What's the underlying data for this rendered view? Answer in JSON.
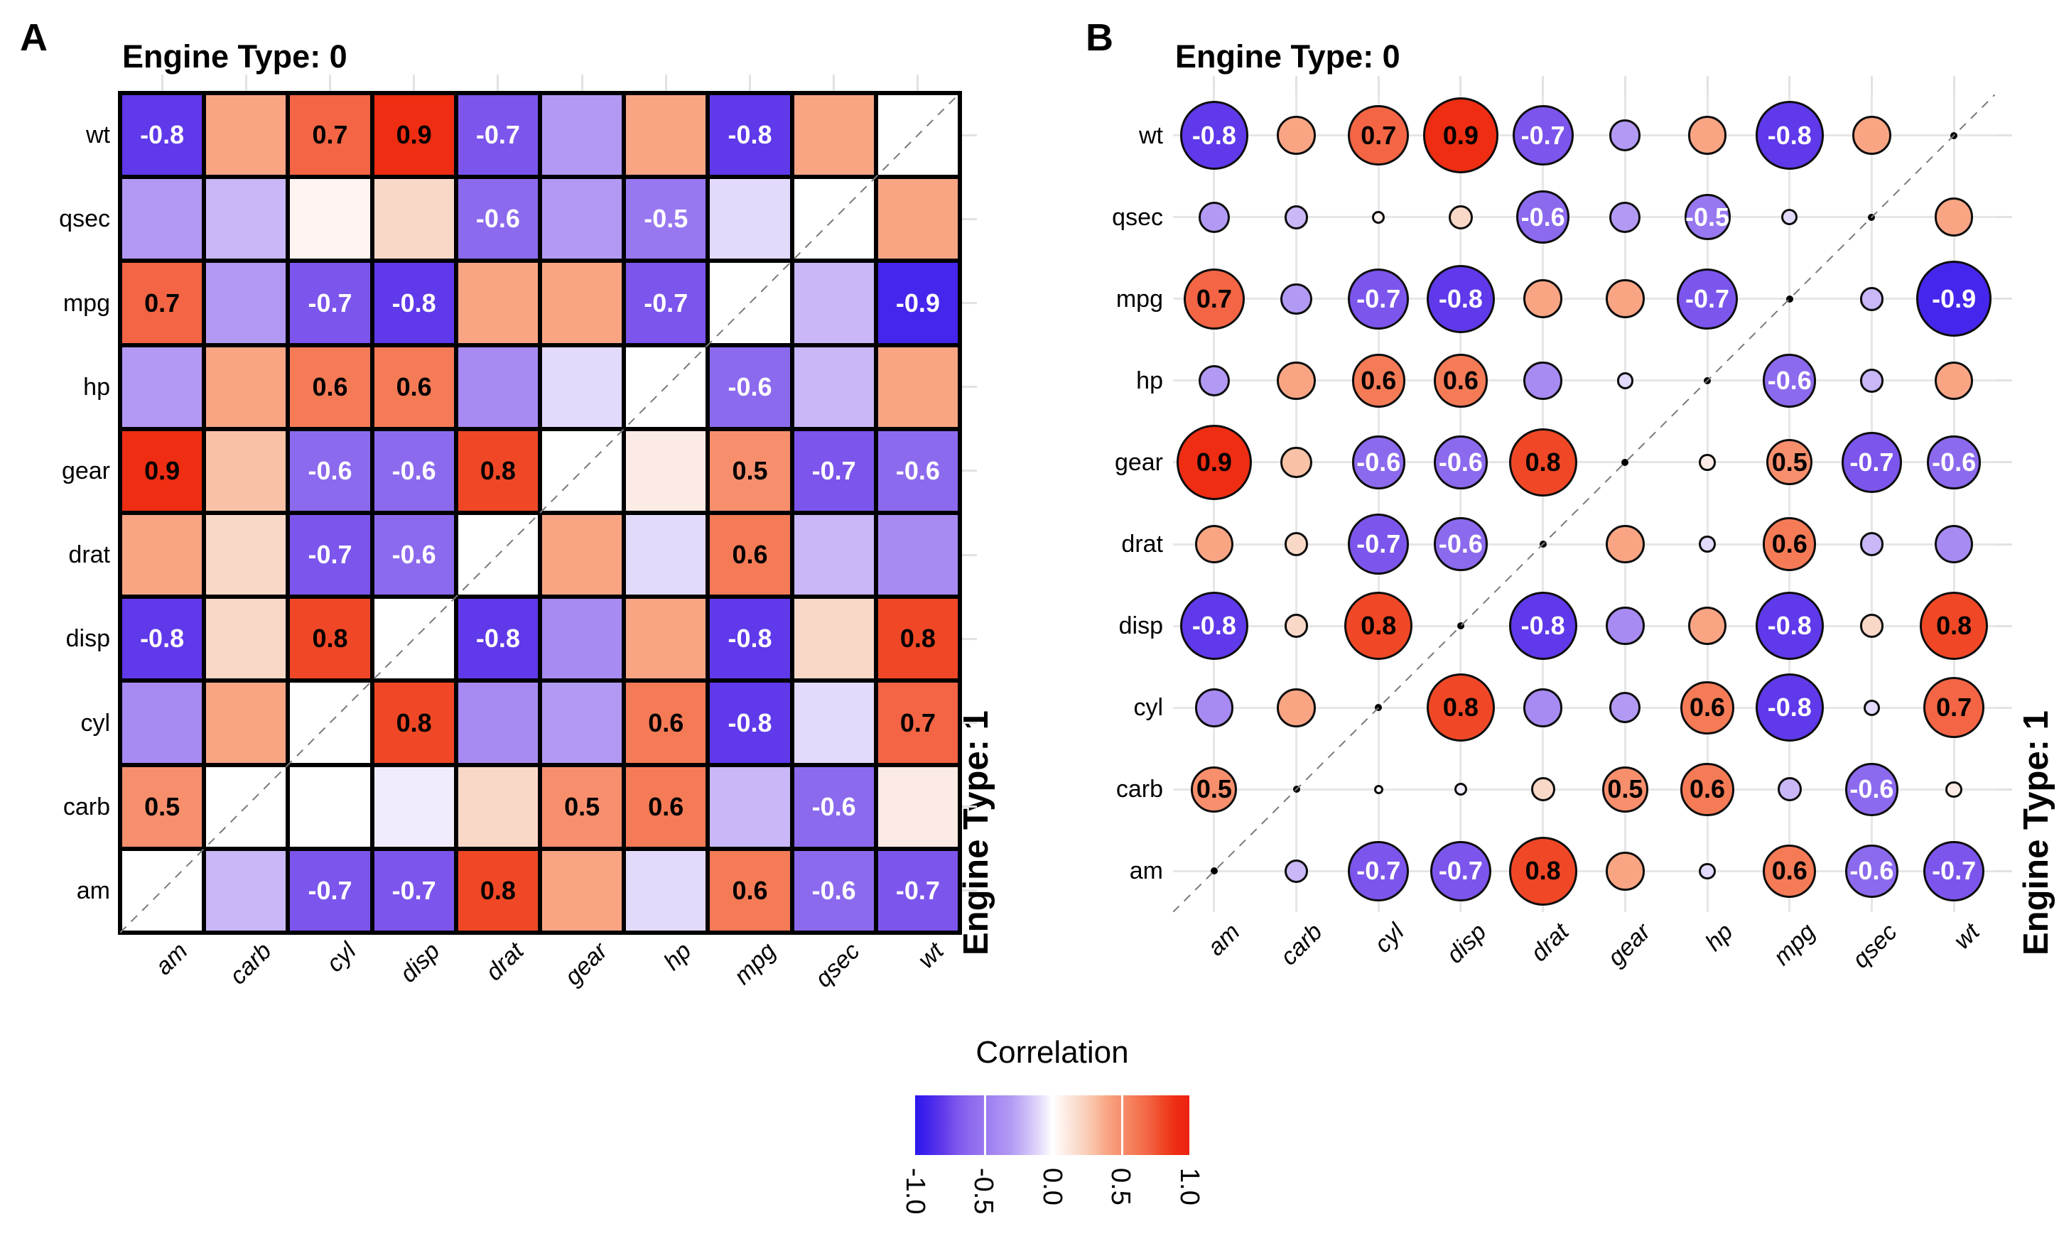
{
  "panels": [
    {
      "id": "A",
      "panel_label": "A",
      "facet_top": "Engine Type: 0",
      "facet_right": "Engine Type: 1",
      "style": "square"
    },
    {
      "id": "B",
      "panel_label": "B",
      "facet_top": "Engine Type: 0",
      "facet_right": "Engine Type: 1",
      "style": "circle"
    }
  ],
  "legend": {
    "title": "Correlation",
    "tick_labels": [
      "-1.0",
      "-0.5",
      "0.0",
      "0.5",
      "1.0"
    ],
    "range": [
      -1,
      1
    ]
  },
  "chart_data": {
    "type": "heatmap",
    "x_categories": [
      "am",
      "carb",
      "cyl",
      "disp",
      "drat",
      "gear",
      "hp",
      "mpg",
      "qsec",
      "wt"
    ],
    "y_categories": [
      "wt",
      "qsec",
      "mpg",
      "hp",
      "gear",
      "drat",
      "disp",
      "cyl",
      "carb",
      "am"
    ],
    "upper_left_triangle_facet": "Engine Type: 0",
    "lower_right_triangle_facet": "Engine Type: 1",
    "label_threshold": 0.5,
    "legend_title": "Correlation",
    "limits": [
      -1,
      1
    ],
    "values": [
      [
        -0.8,
        0.4,
        0.7,
        0.9,
        -0.7,
        -0.3,
        0.4,
        -0.8,
        0.4,
        null
      ],
      [
        -0.3,
        -0.2,
        0.05,
        0.2,
        -0.6,
        -0.3,
        -0.5,
        -0.1,
        null,
        0.4
      ],
      [
        0.7,
        -0.3,
        -0.7,
        -0.8,
        0.4,
        0.4,
        -0.7,
        null,
        -0.2,
        -0.9
      ],
      [
        -0.3,
        0.4,
        0.6,
        0.6,
        -0.4,
        -0.1,
        null,
        -0.6,
        -0.2,
        0.4
      ],
      [
        0.9,
        0.3,
        -0.6,
        -0.6,
        0.8,
        null,
        0.1,
        0.5,
        -0.7,
        -0.6
      ],
      [
        0.4,
        0.2,
        -0.7,
        -0.6,
        null,
        0.4,
        -0.1,
        0.6,
        -0.2,
        -0.4
      ],
      [
        -0.8,
        0.2,
        0.8,
        null,
        -0.8,
        -0.4,
        0.4,
        -0.8,
        0.2,
        0.8
      ],
      [
        -0.4,
        0.4,
        null,
        0.8,
        -0.4,
        -0.3,
        0.6,
        -0.8,
        -0.1,
        0.7
      ],
      [
        0.5,
        null,
        0.0,
        -0.05,
        0.2,
        0.5,
        0.6,
        -0.2,
        -0.6,
        0.1
      ],
      [
        null,
        -0.2,
        -0.7,
        -0.7,
        0.8,
        0.4,
        -0.1,
        0.6,
        -0.6,
        -0.7
      ]
    ],
    "palette_anchors": [
      [
        -1.0,
        "#2B16EC"
      ],
      [
        -0.9,
        "#4526EC"
      ],
      [
        -0.8,
        "#5F39EA"
      ],
      [
        -0.7,
        "#7C55EC"
      ],
      [
        -0.6,
        "#8C6AEE"
      ],
      [
        -0.5,
        "#9878F0"
      ],
      [
        -0.4,
        "#A78BF2"
      ],
      [
        -0.3,
        "#B29AF4"
      ],
      [
        -0.2,
        "#C9B7F7"
      ],
      [
        -0.1,
        "#E2D9FB"
      ],
      [
        0.0,
        "#FFFFFF"
      ],
      [
        0.1,
        "#FCEBE4"
      ],
      [
        0.2,
        "#FAD8C8"
      ],
      [
        0.3,
        "#F9C2A6"
      ],
      [
        0.4,
        "#F9A584"
      ],
      [
        0.5,
        "#F78F6D"
      ],
      [
        0.6,
        "#F57B57"
      ],
      [
        0.7,
        "#F36544"
      ],
      [
        0.8,
        "#F04826"
      ],
      [
        0.9,
        "#EE2D13"
      ],
      [
        1.0,
        "#ED2110"
      ]
    ]
  }
}
